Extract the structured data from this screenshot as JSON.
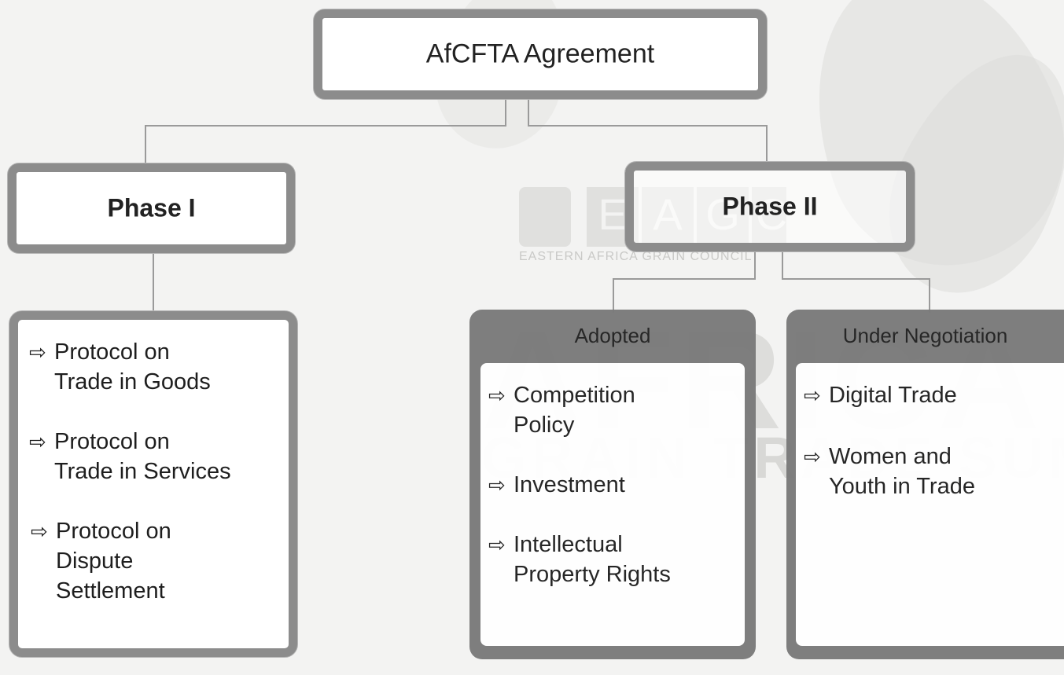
{
  "root": {
    "title": "AfCFTA Agreement"
  },
  "phase1": {
    "title": "Phase I",
    "items": [
      {
        "line1": "Protocol on",
        "line2": "Trade in Goods",
        "line3": ""
      },
      {
        "line1": "Protocol on",
        "line2": "Trade in Services",
        "line3": ""
      },
      {
        "line1": "Protocol on",
        "line2": "Dispute",
        "line3": "Settlement"
      }
    ]
  },
  "phase2": {
    "title": "Phase II",
    "adopted": {
      "title": "Adopted",
      "items": [
        {
          "line1": "Competition",
          "line2": "Policy"
        },
        {
          "line1": "Investment",
          "line2": ""
        },
        {
          "line1": "Intellectual",
          "line2": "Property Rights"
        }
      ]
    },
    "negotiation": {
      "title": "Under Negotiation",
      "items": [
        {
          "line1": "Digital Trade",
          "line2": ""
        },
        {
          "line1": "Women and",
          "line2": "Youth in Trade"
        }
      ]
    }
  },
  "arrow_glyph": "⇨",
  "watermark": {
    "logo_letters": [
      "E",
      "A",
      "G",
      "C"
    ],
    "logo_subtitle": "EASTERN AFRICA GRAIN COUNCIL",
    "big_text": "AFRICA",
    "mid_text": "GRAIN TRADE SUM"
  },
  "colors": {
    "border": "#8c8c8c",
    "panel": "#7a7a7a",
    "background": "#f3f3f2"
  }
}
